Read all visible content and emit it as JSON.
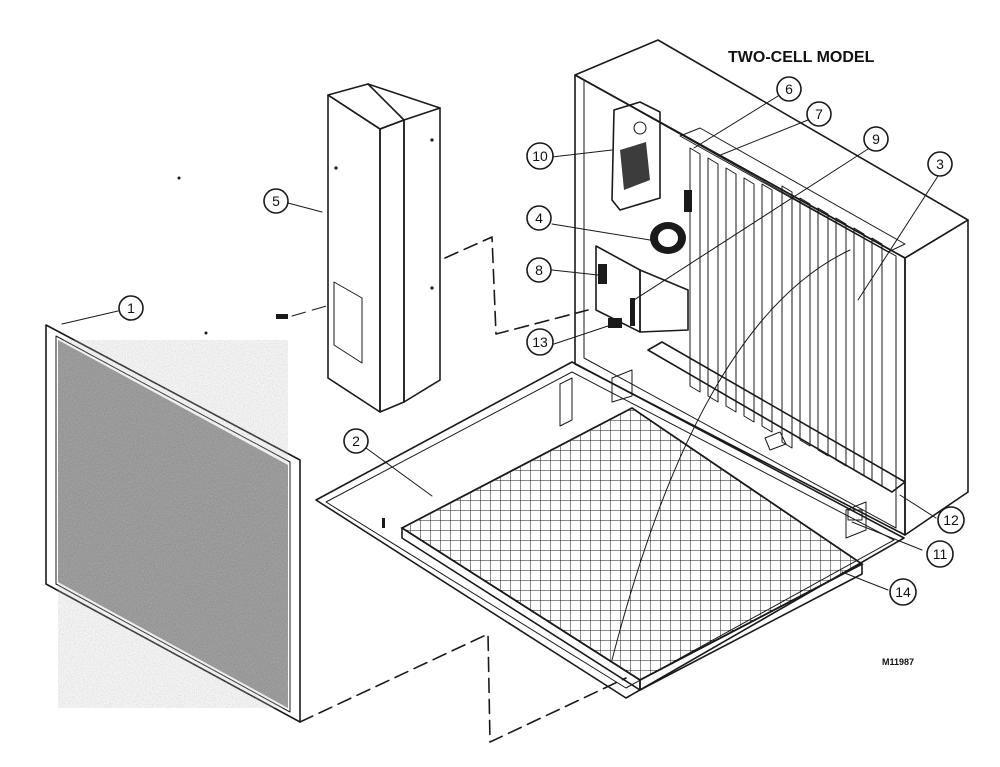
{
  "title": "TWO-CELL MODEL",
  "figure_code": "M11987",
  "callouts": {
    "c1": "1",
    "c2": "2",
    "c3": "3",
    "c4": "4",
    "c5": "5",
    "c6": "6",
    "c7": "7",
    "c8": "8",
    "c9": "9",
    "c10": "10",
    "c11": "11",
    "c12": "12",
    "c13": "13",
    "c14": "14"
  },
  "colors": {
    "line": "#1a1a1a",
    "filter_media": "#8f8f8f",
    "background": "#ffffff"
  }
}
